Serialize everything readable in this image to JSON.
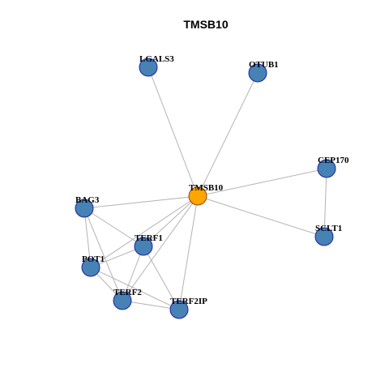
{
  "title": "TMSB10",
  "colors": {
    "hub_fill": "#FFA500",
    "hub_stroke": "#8B4513",
    "node_fill": "#4682B4",
    "node_stroke": "#1E22AA",
    "edge": "#B3B3B3"
  },
  "nodes": [
    {
      "id": "TMSB10",
      "label": "TMSB10",
      "hub": true
    },
    {
      "id": "LGALS3",
      "label": "LGALS3",
      "hub": false
    },
    {
      "id": "OTUB1",
      "label": "OTUB1",
      "hub": false
    },
    {
      "id": "CEP170",
      "label": "CEP170",
      "hub": false
    },
    {
      "id": "SCLT1",
      "label": "SCLT1",
      "hub": false
    },
    {
      "id": "BAG3",
      "label": "BAG3",
      "hub": false
    },
    {
      "id": "TERF1",
      "label": "TERF1",
      "hub": false
    },
    {
      "id": "POT1",
      "label": "POT1",
      "hub": false
    },
    {
      "id": "TERF2",
      "label": "TERF2",
      "hub": false
    },
    {
      "id": "TERF2IP",
      "label": "TERF2IP",
      "hub": false
    }
  ],
  "edges": [
    [
      "TMSB10",
      "LGALS3"
    ],
    [
      "TMSB10",
      "OTUB1"
    ],
    [
      "TMSB10",
      "CEP170"
    ],
    [
      "TMSB10",
      "SCLT1"
    ],
    [
      "TMSB10",
      "BAG3"
    ],
    [
      "TMSB10",
      "TERF1"
    ],
    [
      "TMSB10",
      "POT1"
    ],
    [
      "TMSB10",
      "TERF2"
    ],
    [
      "TMSB10",
      "TERF2IP"
    ],
    [
      "CEP170",
      "SCLT1"
    ],
    [
      "BAG3",
      "TERF1"
    ],
    [
      "BAG3",
      "POT1"
    ],
    [
      "BAG3",
      "TERF2"
    ],
    [
      "TERF1",
      "POT1"
    ],
    [
      "TERF1",
      "TERF2"
    ],
    [
      "TERF1",
      "TERF2IP"
    ],
    [
      "POT1",
      "TERF2"
    ],
    [
      "POT1",
      "TERF2IP"
    ],
    [
      "TERF2",
      "TERF2IP"
    ]
  ]
}
